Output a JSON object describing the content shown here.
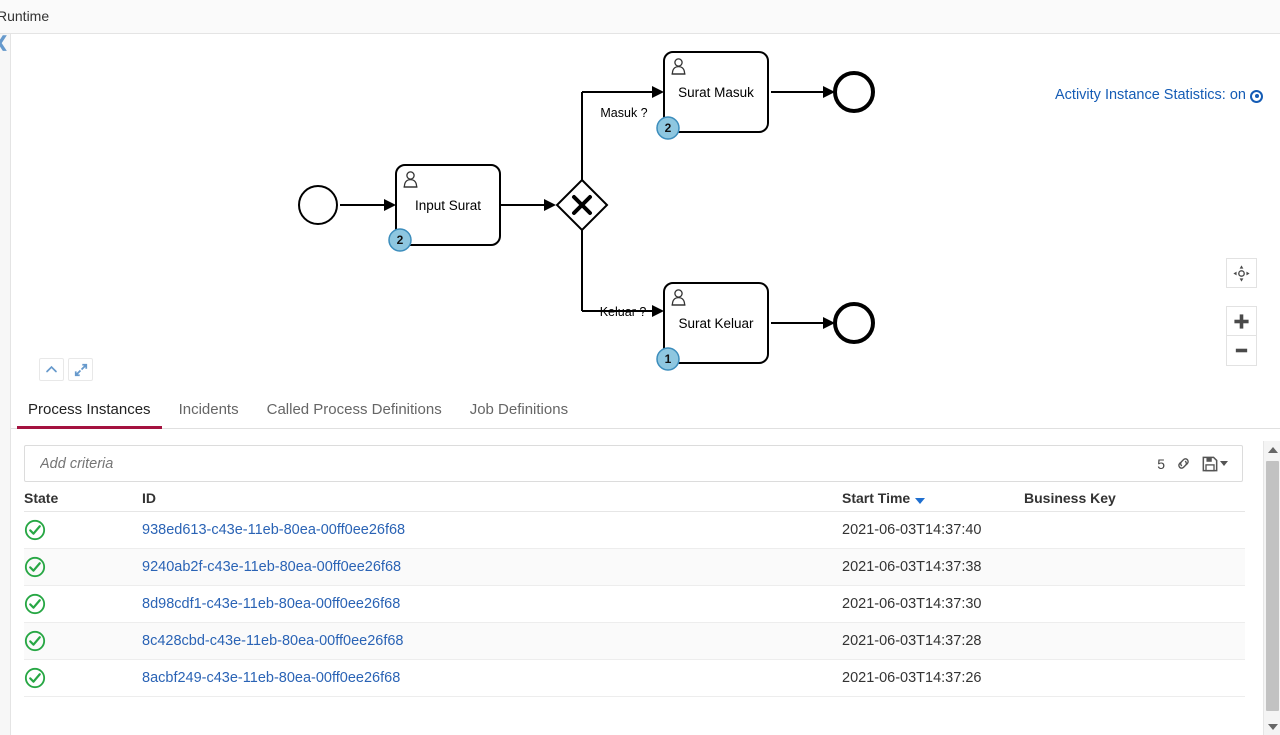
{
  "header": {
    "title": "Runtime",
    "collapse_icon": "chevron-left-icon"
  },
  "diagram": {
    "statistics_toggle": {
      "label": "Activity Instance Statistics: on",
      "icon": "radio-on-icon"
    },
    "elements": [
      {
        "type": "start-event",
        "label": ""
      },
      {
        "type": "user-task",
        "label": "Input Surat",
        "badge": "2"
      },
      {
        "type": "exclusive-gateway",
        "label": "X"
      },
      {
        "type": "user-task",
        "label": "Surat Masuk",
        "badge": "2"
      },
      {
        "type": "user-task",
        "label": "Surat Keluar",
        "badge": "1"
      },
      {
        "type": "end-event",
        "label": ""
      },
      {
        "type": "end-event",
        "label": ""
      }
    ],
    "flow_labels": {
      "upper": "Masuk ?",
      "lower": "Keluar ?"
    },
    "controls": {
      "collapse": "chevron-up-icon",
      "expand": "expand-diagonal-icon",
      "reset_zoom": "crosshair-reset-icon",
      "zoom_in": "plus-icon",
      "zoom_out": "minus-icon"
    }
  },
  "tabs": [
    {
      "label": "Process Instances",
      "active": true
    },
    {
      "label": "Incidents",
      "active": false
    },
    {
      "label": "Called Process Definitions",
      "active": false
    },
    {
      "label": "Job Definitions",
      "active": false
    }
  ],
  "search": {
    "placeholder": "Add criteria",
    "result_count": "5",
    "link_icon": "link-chain-icon",
    "save_icon": "floppy-save-icon"
  },
  "table": {
    "columns": [
      "State",
      "ID",
      "Start Time",
      "Business Key"
    ],
    "sorted_column": "Start Time",
    "sort_direction": "desc",
    "rows": [
      {
        "state": "completed-check-icon",
        "id": "938ed613-c43e-11eb-80ea-00ff0ee26f68",
        "start_time": "2021-06-03T14:37:40",
        "business_key": ""
      },
      {
        "state": "completed-check-icon",
        "id": "9240ab2f-c43e-11eb-80ea-00ff0ee26f68",
        "start_time": "2021-06-03T14:37:38",
        "business_key": ""
      },
      {
        "state": "completed-check-icon",
        "id": "8d98cdf1-c43e-11eb-80ea-00ff0ee26f68",
        "start_time": "2021-06-03T14:37:30",
        "business_key": ""
      },
      {
        "state": "completed-check-icon",
        "id": "8c428cbd-c43e-11eb-80ea-00ff0ee26f68",
        "start_time": "2021-06-03T14:37:28",
        "business_key": ""
      },
      {
        "state": "completed-check-icon",
        "id": "8acbf249-c43e-11eb-80ea-00ff0ee26f68",
        "start_time": "2021-06-03T14:37:26",
        "business_key": ""
      }
    ]
  },
  "colors": {
    "link_blue": "#2a63b5",
    "accent_red": "#a4123f",
    "badge_blue": "#8ec7e0",
    "badge_border": "#3c8dbc",
    "state_green": "#27a744"
  }
}
